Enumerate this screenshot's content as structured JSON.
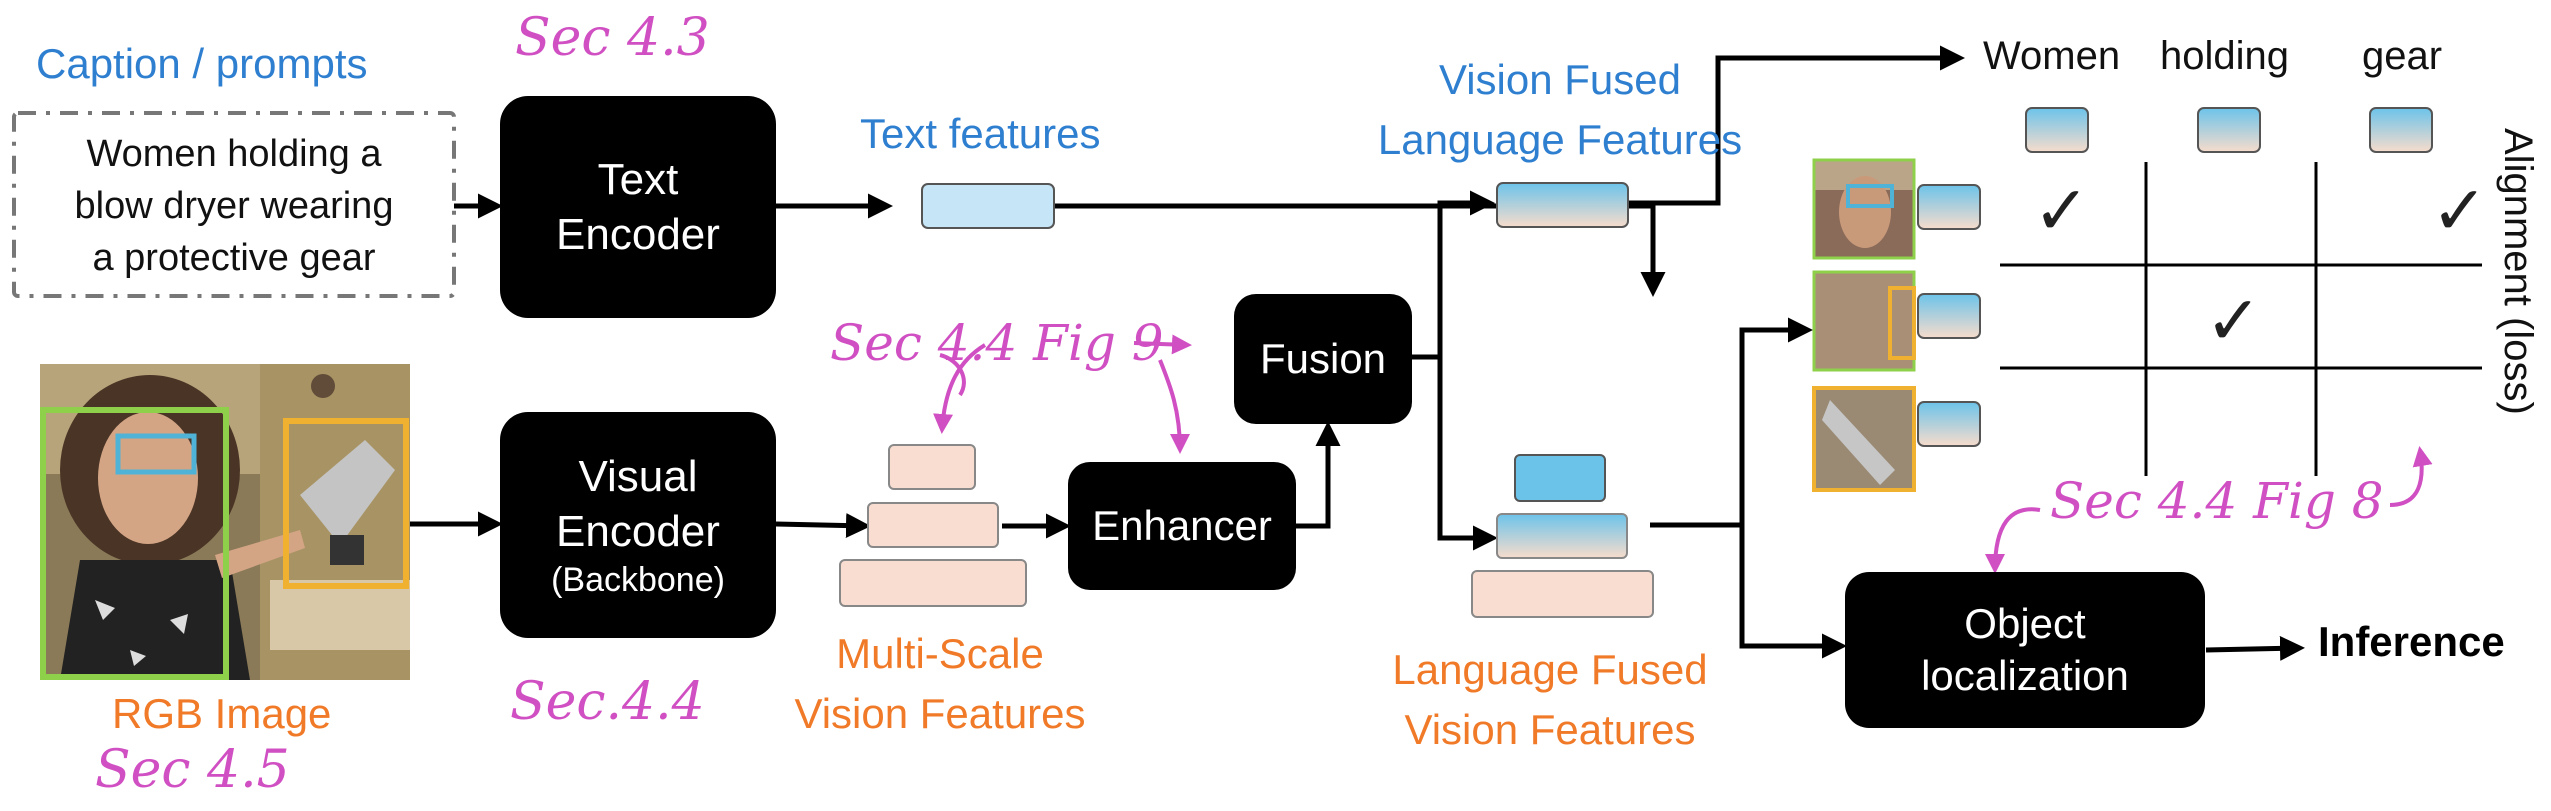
{
  "caption": {
    "label": "Caption / prompts",
    "line1": "Women holding a",
    "line2": "blow dryer  wearing",
    "line3": "a protective gear"
  },
  "text_encoder": {
    "line1": "Text",
    "line2": "Encoder"
  },
  "text_features": "Text features",
  "visual_encoder": {
    "line1": "Visual",
    "line2": "Encoder",
    "line3": "(Backbone)"
  },
  "rgb_image": "RGB Image",
  "multiscale": {
    "line1": "Multi-Scale",
    "line2": "Vision Features"
  },
  "enhancer": "Enhancer",
  "fusion": "Fusion",
  "vision_fused": {
    "line1": "Vision Fused",
    "line2": "Language Features"
  },
  "language_fused": {
    "line1": "Language Fused",
    "line2": "Vision Features"
  },
  "words": [
    "Women",
    "holding",
    "gear"
  ],
  "alignment": "Alignment (loss)",
  "object_localization": {
    "line1": "Object",
    "line2": "localization"
  },
  "inference": "Inference",
  "sections": {
    "sec43": "Sec 4.3",
    "sec44": "Sec.4.4",
    "sec45": "Sec 4.5",
    "sec44fig9": "Sec 4.4 Fig 9",
    "sec44fig8": "Sec 4.4 Fig 8"
  },
  "colors": {
    "box": "#000000",
    "blue_text": "#2f7fd0",
    "orange_text": "#f07a28",
    "annotation": "#d04fc2",
    "green_bbox": "#8ed04a",
    "cyan_bbox": "#4fb3d8",
    "orange_bbox": "#f0b030"
  }
}
